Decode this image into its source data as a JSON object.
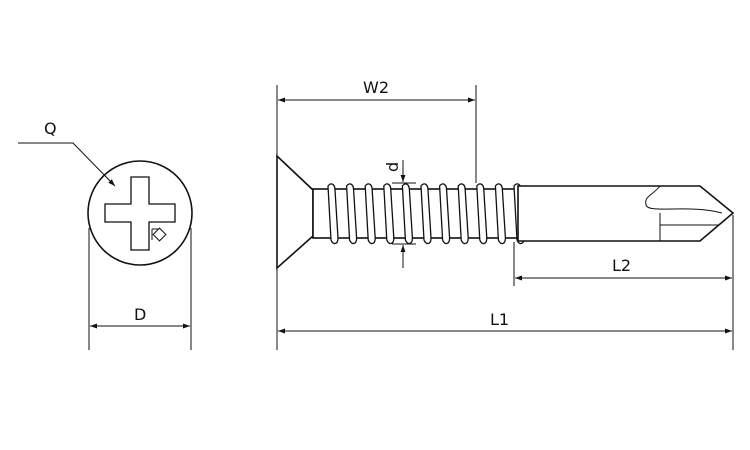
{
  "labels": {
    "recess": "Q",
    "head_diameter": "D",
    "thread_length": "W2",
    "thread_diameter": "d",
    "drill_length": "L2",
    "total_length": "L1"
  }
}
